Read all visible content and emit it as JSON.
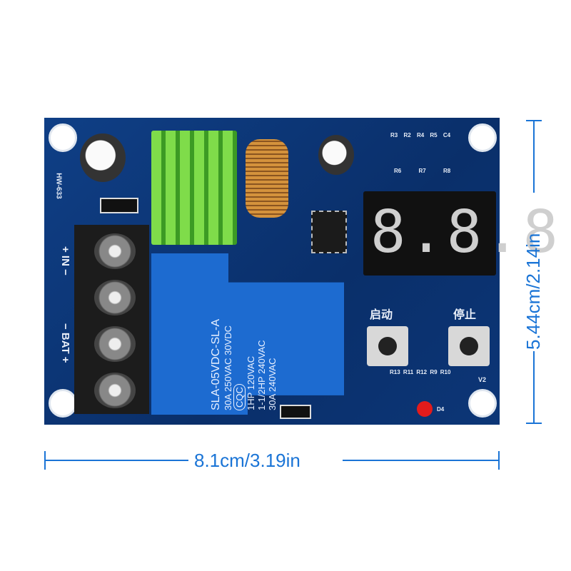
{
  "board": {
    "model_label": "HW-633",
    "input_label": "+ IN −",
    "battery_label": "− BAT +",
    "start_button_label": "启动",
    "stop_button_label": "停止",
    "display_digits": "8.8.8.",
    "version_label": "V2",
    "led_label": "D4",
    "relay": {
      "model": "SLA-05VDC-SL-A",
      "line2": "30A 250VAC 30VDC",
      "line3": "1HP 120VAC",
      "line4": "1-1/2HP 240VAC",
      "line5": "30A 240VAC",
      "cert": "CQC"
    },
    "resistor_labels_top": [
      "R3",
      "R2",
      "R4",
      "R5",
      "C4"
    ],
    "resistor_labels_mid": [
      "R6",
      "R7",
      "R8"
    ],
    "resistor_labels_bottom": [
      "R13",
      "R11",
      "R12",
      "R9",
      "R10"
    ]
  },
  "dimensions": {
    "height": "5.44cm/2.14in",
    "width": "8.1cm/3.19in"
  }
}
